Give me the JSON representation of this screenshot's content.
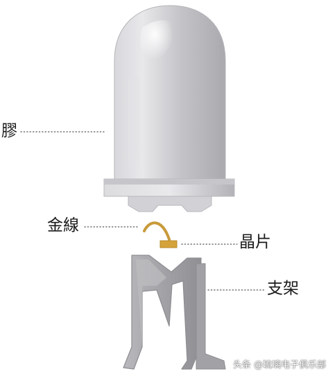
{
  "labels": {
    "glue": "膠",
    "gold_wire": "金線",
    "chip": "晶片",
    "bracket": "支架"
  },
  "watermark": "头条 @琉璃电子俱乐部",
  "colors": {
    "dome": "#c9c9cd",
    "chip": "#d5a33b",
    "gold_wire": "#c89a3a",
    "bracket": "#a7a7ab",
    "leader_dots": "#555555"
  }
}
